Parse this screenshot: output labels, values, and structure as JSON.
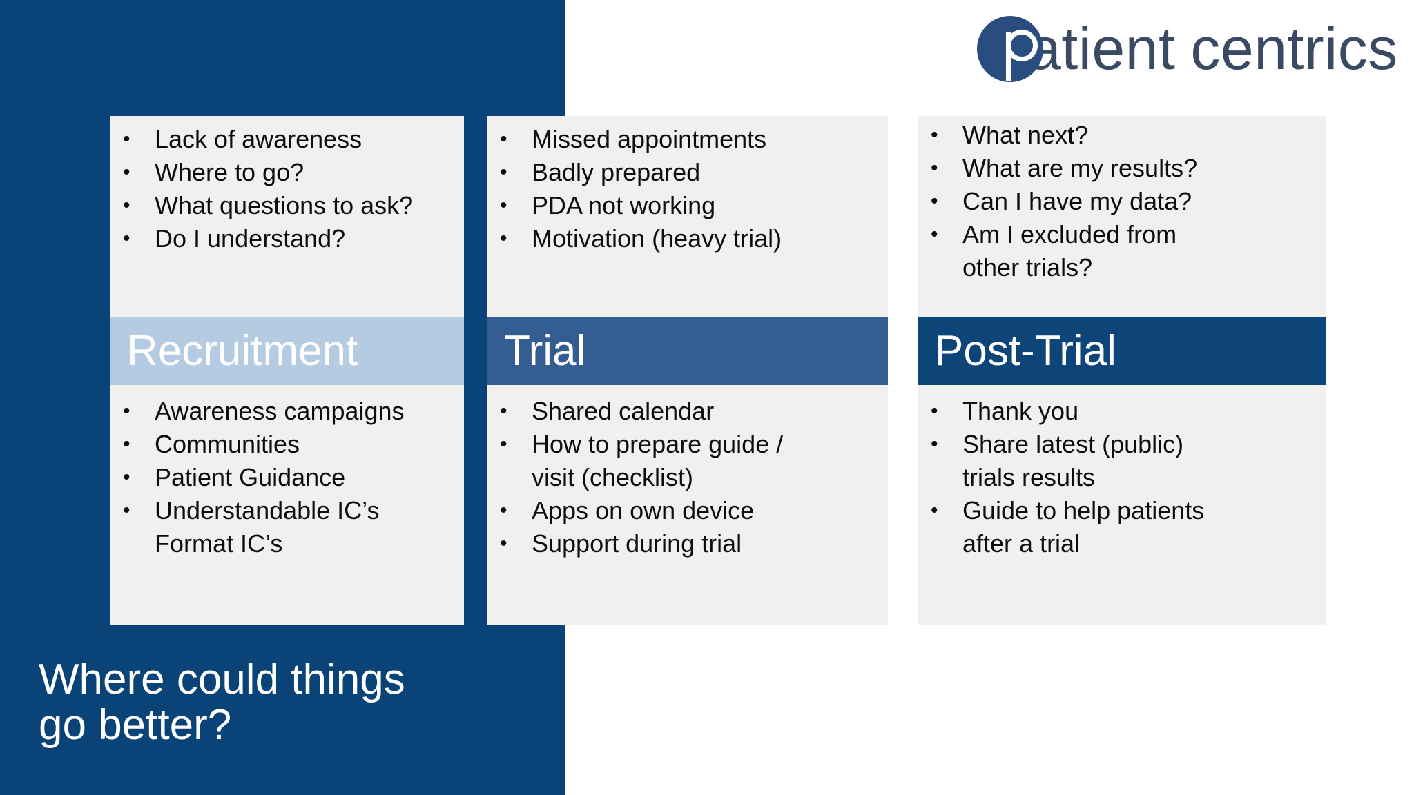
{
  "brand": {
    "logo_text_part1": "p",
    "logo_text_part2": "atient",
    "logo_text_part3": "centrics",
    "logo_full": "patient centrics",
    "navy": "#0a4378",
    "card_bg": "#f0f0ef",
    "band_light": "#b4cbe1",
    "band_mid": "#345e91",
    "band_dark": "#0d4578"
  },
  "slide": {
    "title": "Where could things\ngo better?"
  },
  "columns": [
    {
      "id": "recruitment",
      "band_label": "Recruitment",
      "band_color": "#b4cbe1",
      "problems": [
        "Lack of awareness",
        "Where to go?",
        "What questions to ask?",
        "Do I understand?"
      ],
      "solutions": [
        "Awareness campaigns",
        "Communities",
        "Patient Guidance",
        "Understandable IC’s\nFormat IC’s"
      ]
    },
    {
      "id": "trial",
      "band_label": "Trial",
      "band_color": "#345e91",
      "problems": [
        "Missed appointments",
        "Badly prepared",
        "PDA not working",
        "Motivation (heavy trial)"
      ],
      "solutions": [
        "Shared calendar",
        "How to prepare guide /\nvisit  (checklist)",
        "Apps on own device",
        "Support during trial"
      ]
    },
    {
      "id": "post-trial",
      "band_label": "Post-Trial",
      "band_color": "#0d4578",
      "problems": [
        "What next?",
        "What are my results?",
        "Can I have my data?",
        "Am I excluded from\nother trials?"
      ],
      "solutions": [
        "Thank you",
        "Share latest (public)\ntrials results",
        "Guide to help patients\nafter a trial"
      ]
    }
  ]
}
